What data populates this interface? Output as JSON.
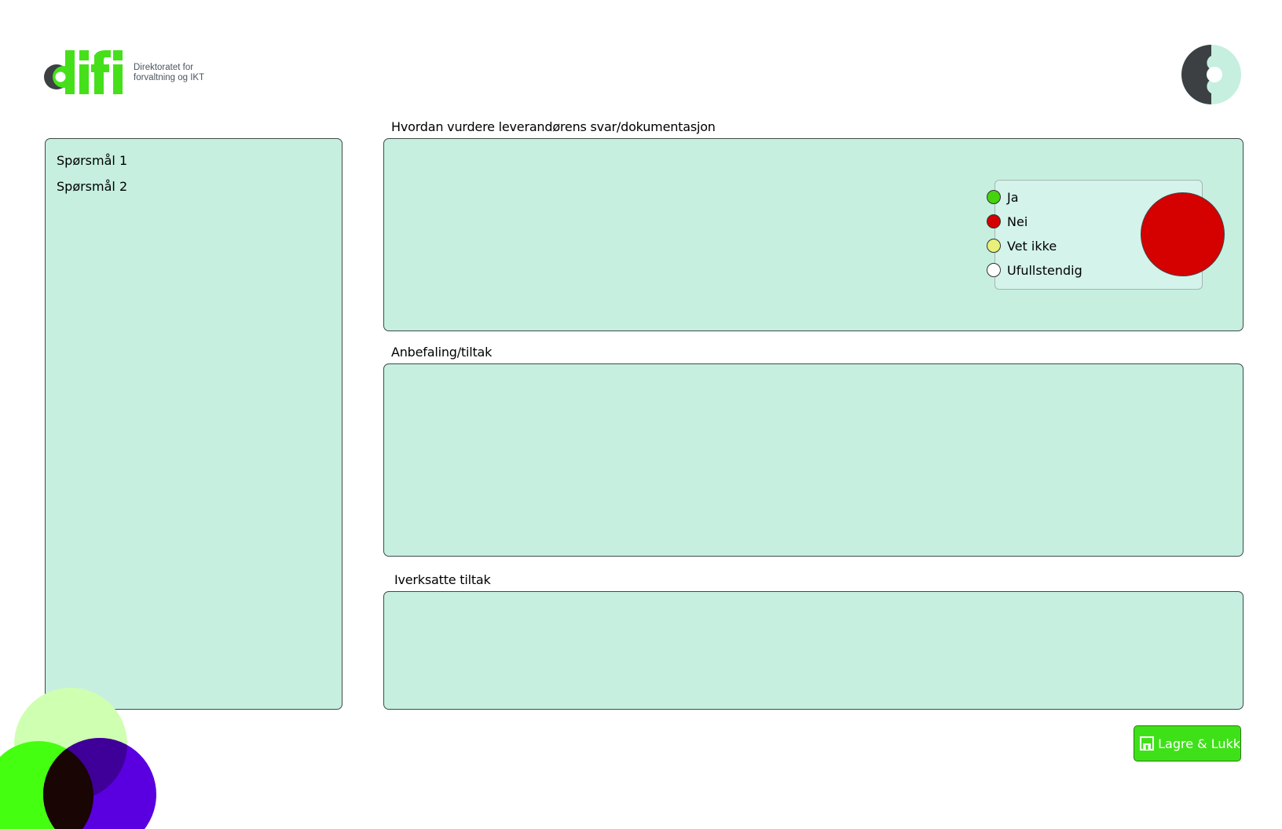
{
  "header": {
    "logo_word": "difi",
    "logo_subtitle_line1": "Direktoratet for",
    "logo_subtitle_line2": "forvaltning og IKT"
  },
  "sidebar": {
    "items": [
      {
        "label": "Spørsmål 1"
      },
      {
        "label": "Spørsmål 2"
      }
    ]
  },
  "sections": {
    "assessment": {
      "title": "Hvordan vurdere leverandørens svar/dokumentasjon"
    },
    "recommendation": {
      "title": "Anbefaling/tiltak"
    },
    "implemented": {
      "title": "Iverksatte tiltak"
    }
  },
  "status_options": [
    {
      "label": "Ja",
      "color": "#45d20f"
    },
    {
      "label": "Nei",
      "color": "#d50000"
    },
    {
      "label": "Vet ikke",
      "color": "#e8f07a"
    },
    {
      "label": "Ufullstendig",
      "color": "#ffffff"
    }
  ],
  "status_indicator": {
    "color": "#d50000",
    "selected": "Nei"
  },
  "buttons": {
    "save_close": "Lagre & Lukk",
    "save_icon": "save-icon"
  },
  "colors": {
    "panel_bg": "#c6efe0",
    "brand_green": "#3ee118",
    "brand_purple": "#5a00e0",
    "logo_grey": "#3c4043"
  }
}
